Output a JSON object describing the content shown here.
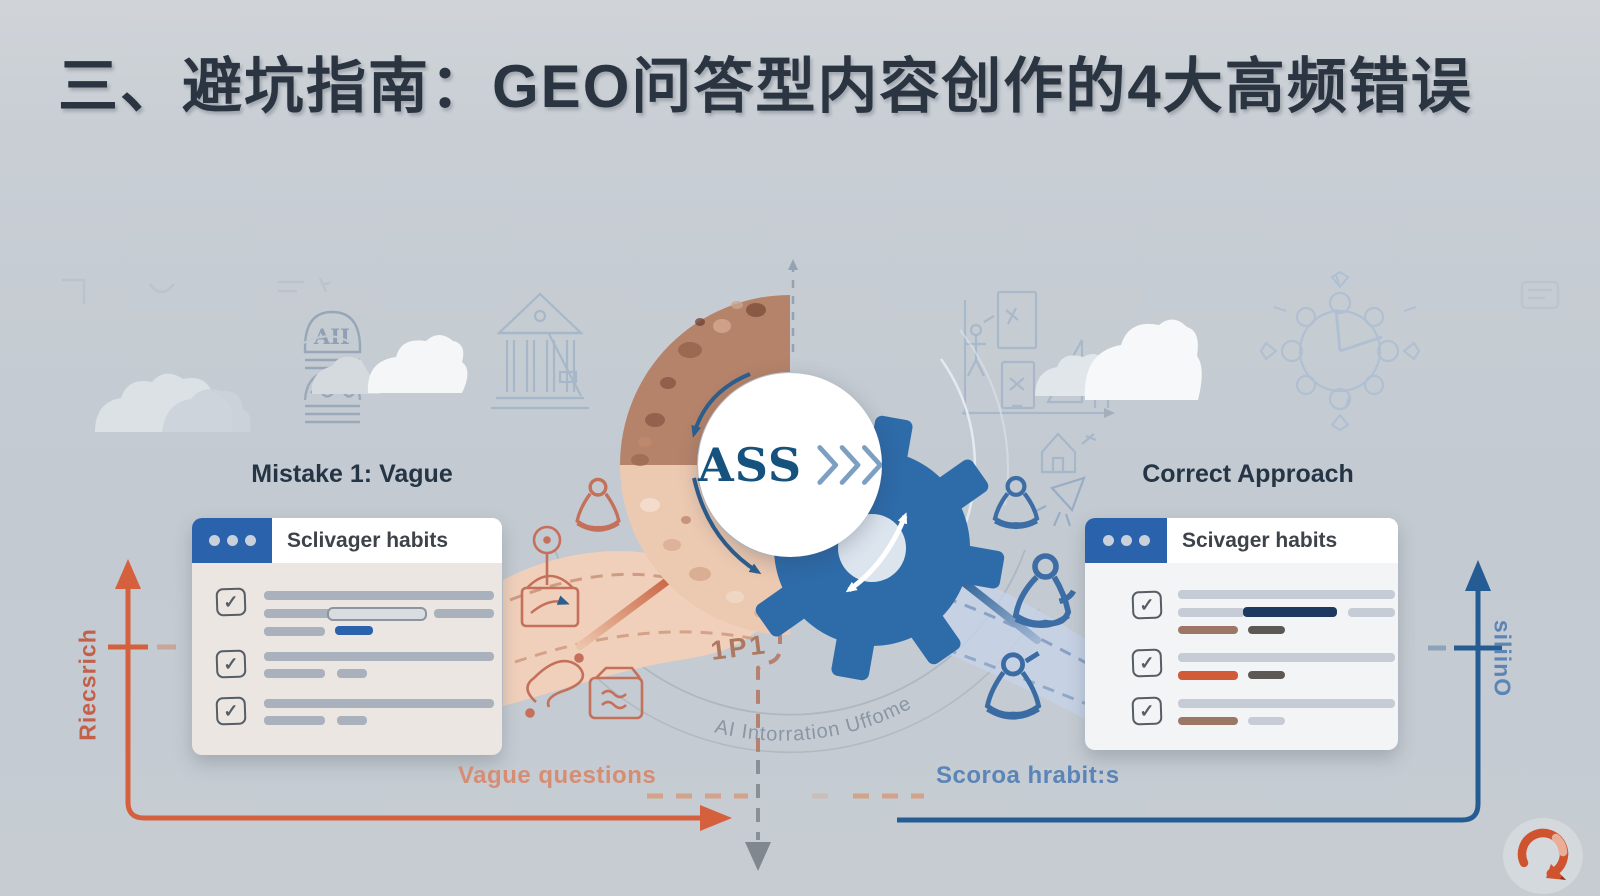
{
  "title": "三、避坑指南：GEO问答型内容创作的4大高频错误",
  "hub": {
    "label": "ASS"
  },
  "left_section": {
    "heading": "Mistake 1: Vague",
    "card_title": "Sclivager habits",
    "flow_label": "Vague questions",
    "axis_label": "Riecsrich"
  },
  "right_section": {
    "heading": "Correct Approach",
    "card_title": "Scivager habits",
    "flow_label": "Scoroa hrabit:s",
    "axis_label": "siliinO"
  },
  "decor": {
    "arc_text": "AI Intorration Uffome",
    "band_text": "1P1",
    "badge_text": "AII"
  },
  "colors": {
    "accent_orange": "#d4603d",
    "accent_blue": "#265c94",
    "header_blue": "#2a63ac",
    "navy_text": "#253545",
    "hub_text": "#15527e",
    "terracotta": "#c4705a",
    "ring_dark": "#b5836a",
    "ring_light": "#ecc9b1",
    "gear_blue": "#2e6ba9",
    "logo_orange": "#d0532f"
  }
}
